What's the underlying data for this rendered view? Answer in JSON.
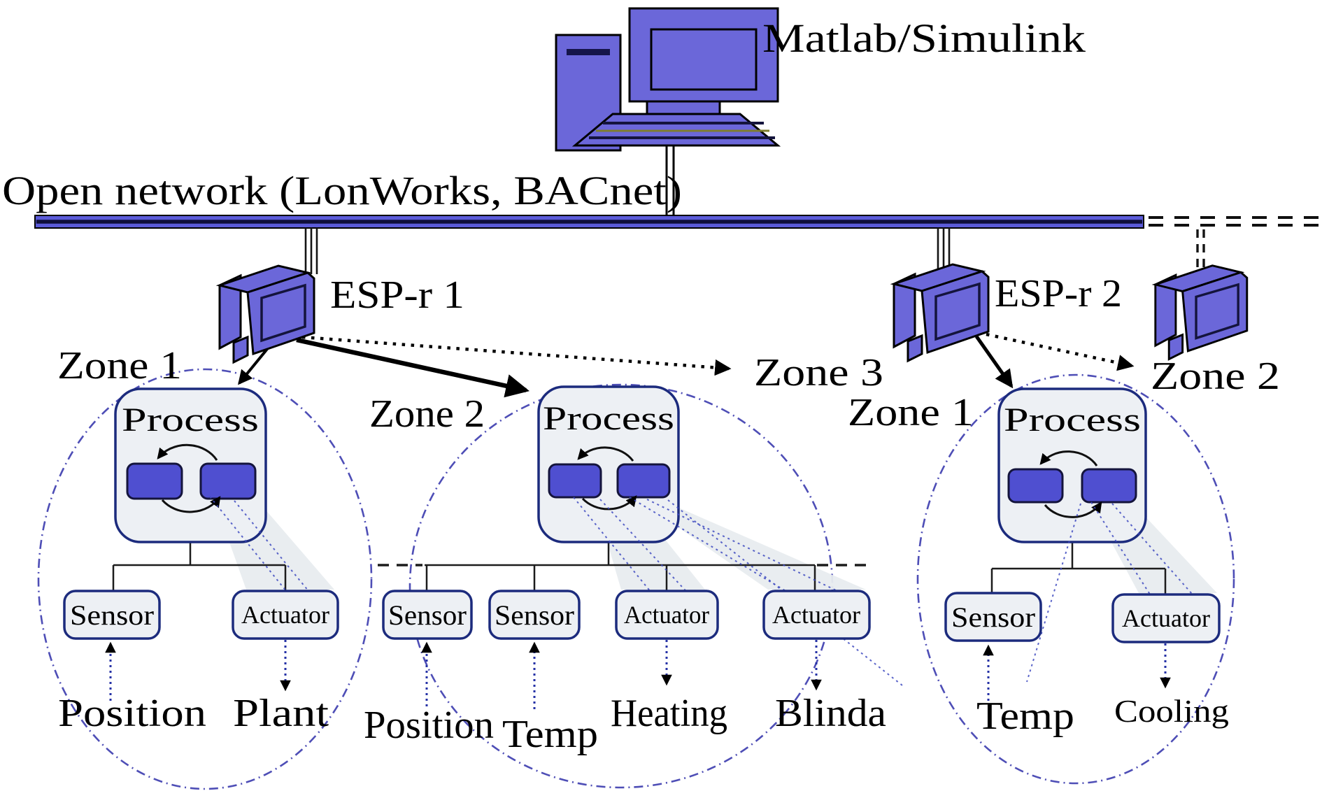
{
  "figure": {
    "computer_label": "Matlab/Simulink",
    "network_label": "Open network (LonWorks, BACnet)"
  },
  "controllers": {
    "esp1": {
      "label": "ESP-r 1",
      "remote_zone": "Zone 3"
    },
    "esp2": {
      "label": "ESP-r 2",
      "remote_zone": "Zone 2"
    }
  },
  "zones": [
    {
      "name": "Zone 1",
      "process_label": "Process",
      "units": [
        {
          "box": "Sensor",
          "signal": "Position",
          "direction": "input"
        },
        {
          "box": "Actuator",
          "signal": "Plant",
          "direction": "output"
        }
      ]
    },
    {
      "name": "Zone 2",
      "process_label": "Process",
      "units": [
        {
          "box": "Sensor",
          "signal": "Position",
          "direction": "input"
        },
        {
          "box": "Sensor",
          "signal": "Temp",
          "direction": "input"
        },
        {
          "box": "Actuator",
          "signal": "Heating",
          "direction": "output"
        },
        {
          "box": "Actuator",
          "signal": "Blinda",
          "direction": "output"
        }
      ]
    },
    {
      "name": "Zone 1",
      "process_label": "Process",
      "units": [
        {
          "box": "Sensor",
          "signal": "Temp",
          "direction": "input"
        },
        {
          "box": "Actuator",
          "signal": "Cooling",
          "direction": "output"
        }
      ]
    }
  ],
  "colors": {
    "device_purple": "#6b67d9",
    "module_blue": "#4f4fd0",
    "panel_fill": "#edf0f4",
    "panel_stroke": "#1c2b7d",
    "bus_purple": "#5b5bd8",
    "bus_navy": "#10103a",
    "ellipse_stroke": "#3b3bae",
    "signal_blue": "#2531a6"
  }
}
